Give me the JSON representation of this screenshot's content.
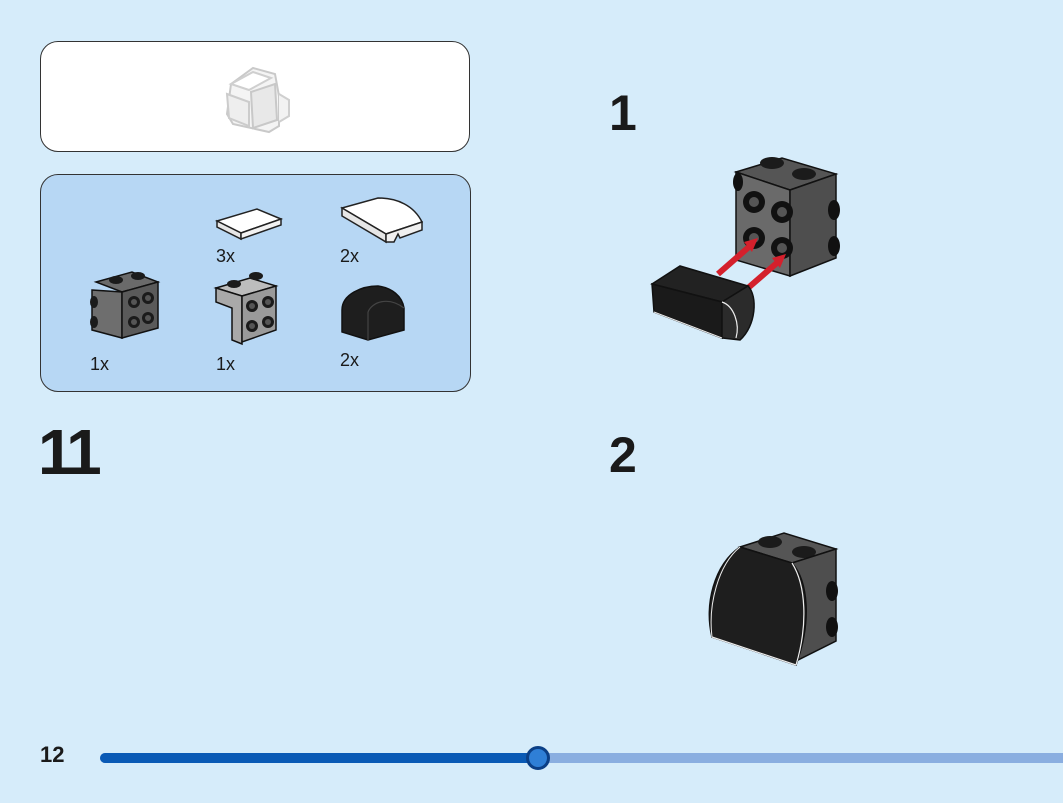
{
  "step": {
    "number": "11"
  },
  "sub_steps": [
    {
      "number": "1"
    },
    {
      "number": "2"
    }
  ],
  "parts": [
    {
      "qty": "3x",
      "icon": "white-tile-1x2-icon"
    },
    {
      "qty": "2x",
      "icon": "white-curved-slope-icon"
    },
    {
      "qty": "1x",
      "icon": "dark-gray-bracket-brick-icon"
    },
    {
      "qty": "1x",
      "icon": "light-gray-bracket-plate-icon"
    },
    {
      "qty": "2x",
      "icon": "black-curved-brick-icon"
    }
  ],
  "footer": {
    "page_number": "12",
    "progress": 0.455
  },
  "colors": {
    "background": "#d6ecfa",
    "parts_panel": "#b7d7f4",
    "progress_fill": "#0a5ab5",
    "progress_track": "#8aaee0",
    "arrow": "#d4202c"
  }
}
